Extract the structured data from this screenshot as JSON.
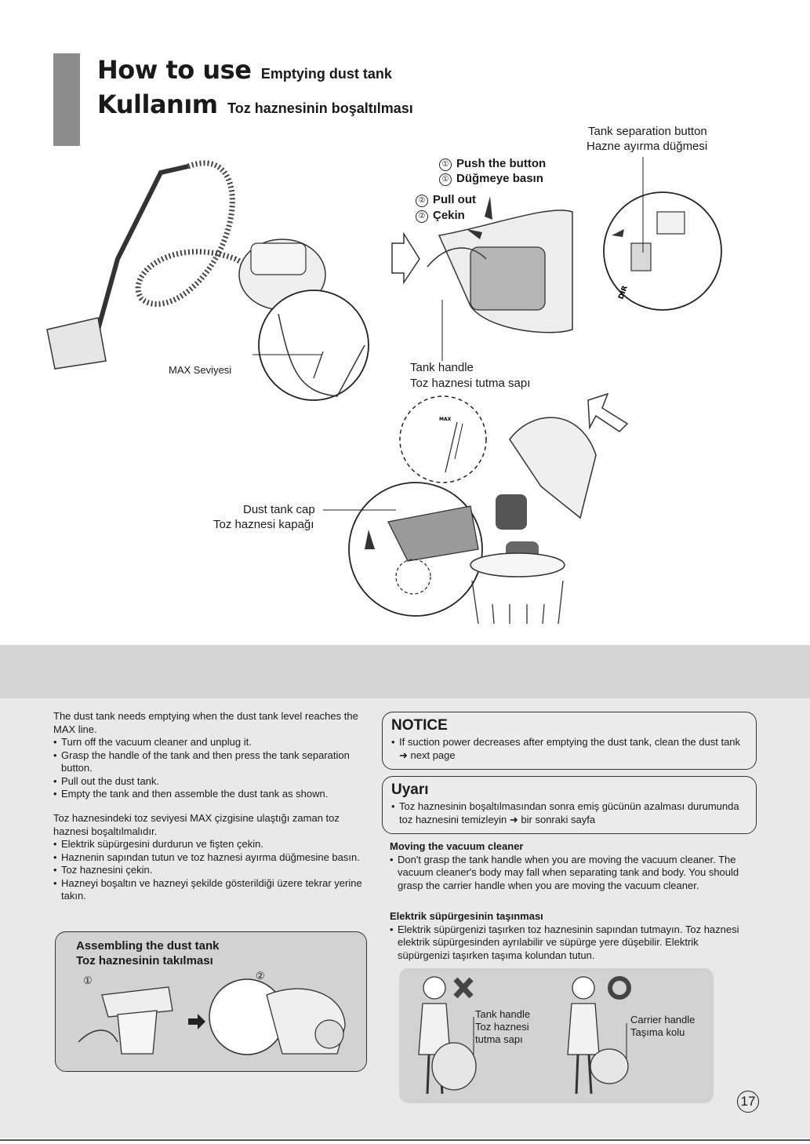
{
  "header": {
    "title_en": "How to use",
    "subtitle_en": "Emptying dust tank",
    "title_tr": "Kullanım",
    "subtitle_tr": "Toz haznesinin boşaltılması"
  },
  "diagram": {
    "max_level": "MAX Seviyesi",
    "tank_sep_en": "Tank separation button",
    "tank_sep_tr": "Hazne ayırma düğmesi",
    "step1_num": "①",
    "step1_en": "Push the button",
    "step1_tr": "Düğmeye basın",
    "step2_num": "②",
    "step2_en": "Pull out",
    "step2_tr": "Çekin",
    "tank_handle_en": "Tank handle",
    "tank_handle_tr": "Toz haznesi tutma sapı",
    "dust_cap_en": "Dust tank cap",
    "dust_cap_tr": "Toz haznesi kapağı",
    "max_mark": "MAX",
    "dir_mark": "DIR"
  },
  "instructions": {
    "en_intro": "The dust tank needs emptying when the dust tank level reaches the MAX line.",
    "en_items": [
      "Turn off the vacuum cleaner and unplug it.",
      "Grasp the handle of the tank and then press the tank separation button.",
      "Pull out the dust tank.",
      "Empty the tank and then assemble the dust tank as shown."
    ],
    "tr_intro": "Toz haznesindeki toz seviyesi MAX çizgisine ulaştığı zaman toz haznesi boşaltılmalıdır.",
    "tr_items": [
      "Elektrik süpürgesini durdurun ve fişten çekin.",
      "Haznenin sapından tutun ve toz haznesi ayırma düğmesine basın.",
      "Toz haznesini çekin.",
      "Hazneyi boşaltın ve hazneyi şekilde gösterildiği üzere tekrar yerine takın."
    ]
  },
  "assembling": {
    "title_en": "Assembling the dust tank",
    "title_tr": "Toz haznesinin takılması",
    "step1": "①",
    "step2": "②"
  },
  "notice": {
    "title": "NOTICE",
    "text": "If suction power decreases after emptying the dust tank, clean the dust tank ➜ next page"
  },
  "uyari": {
    "title": "Uyarı",
    "text": "Toz haznesinin boşaltılmasından sonra emiş gücünün azalması durumunda toz haznesini temizleyin ➜ bir sonraki sayfa"
  },
  "moving": {
    "title_en": "Moving the vacuum cleaner",
    "text_en": "Don't grasp the tank handle when you are moving the vacuum cleaner. The vacuum cleaner's body may fall when separating tank and body. You should grasp the carrier handle when you are moving the vacuum cleaner.",
    "title_tr": "Elektrik süpürgesinin taşınması",
    "text_tr": "Elektrik süpürgenizi taşırken toz haznesinin sapından tutmayın. Toz haznesi elektrik süpürgesinden ayrılabilir ve süpürge yere düşebilir. Elektrik süpürgenizi taşırken taşıma kolundan tutun."
  },
  "carry": {
    "wrong_l1": "Tank handle",
    "wrong_l2": "Toz haznesi",
    "wrong_l3": "tutma sapı",
    "right_l1": "Carrier handle",
    "right_l2": "Taşıma kolu"
  },
  "page": {
    "number": "17"
  }
}
